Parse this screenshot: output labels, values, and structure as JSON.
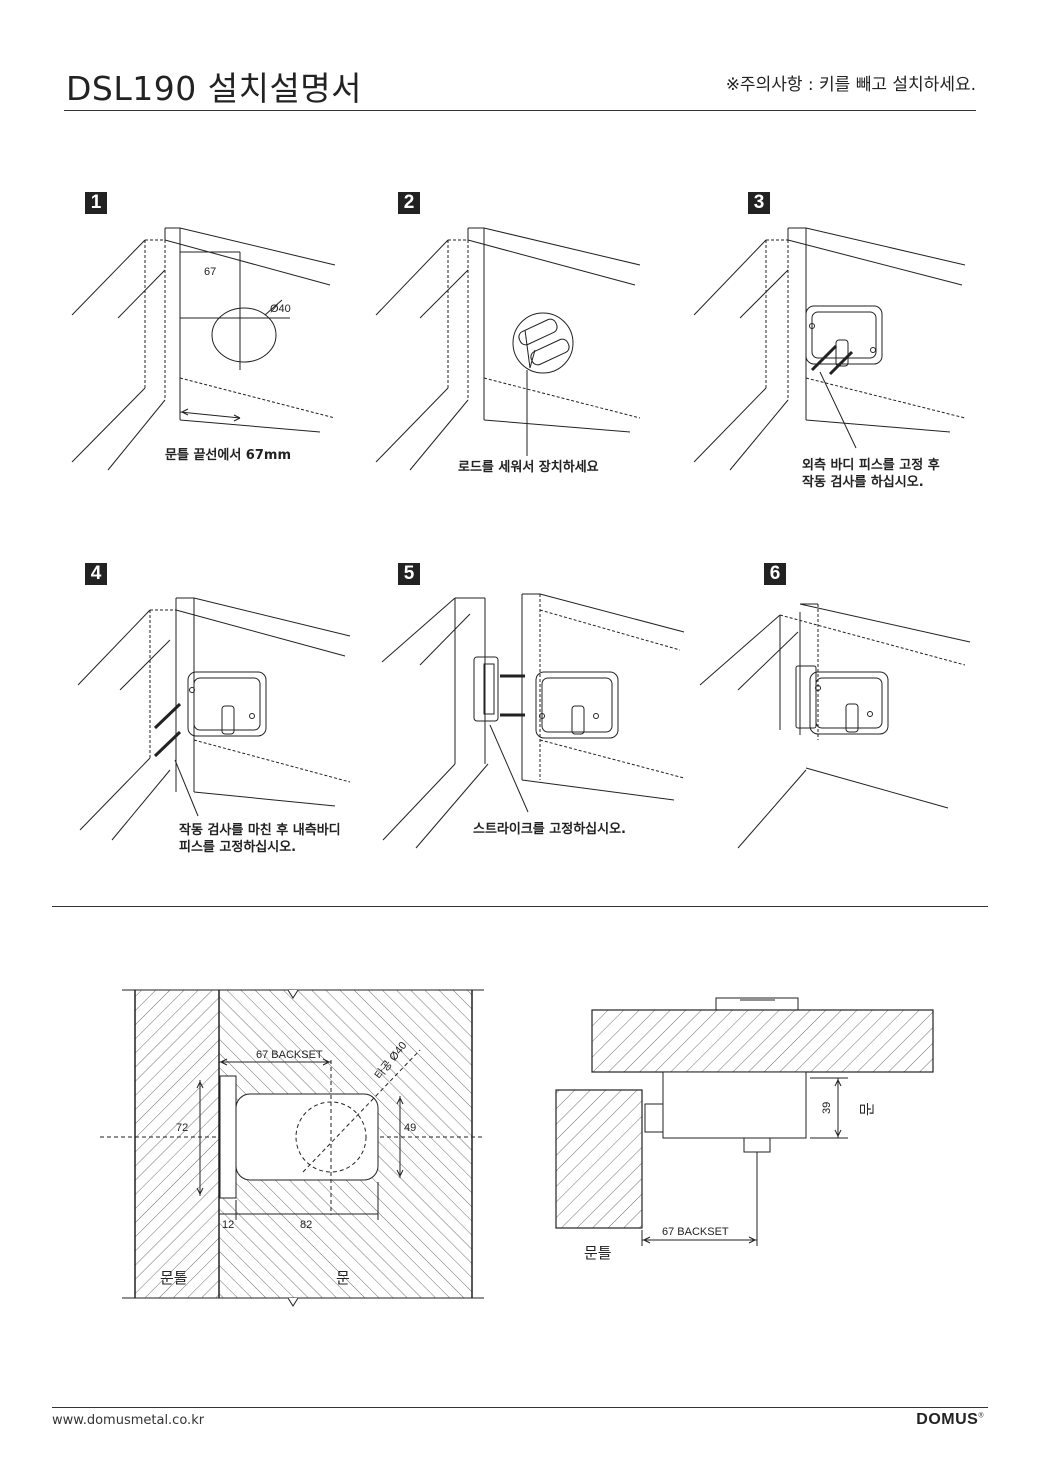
{
  "header": {
    "title": "DSL190 설치설명서",
    "notice": "※주의사항 : 키를 빼고 설치하세요."
  },
  "steps": [
    {
      "num": "1",
      "caption": [
        "문틀 끝선에서 67mm"
      ],
      "labels": {
        "backset": "67",
        "hole": "Ø40"
      }
    },
    {
      "num": "2",
      "caption": [
        "로드를 세워서 장치하세요"
      ]
    },
    {
      "num": "3",
      "caption": [
        "외측 바디 피스를 고정 후",
        "작동 검사를 하십시오."
      ]
    },
    {
      "num": "4",
      "caption": [
        "작동 검사를 마친 후 내측바디",
        "피스를 고정하십시오."
      ]
    },
    {
      "num": "5",
      "caption": [
        "스트라이크를 고정하십시오."
      ]
    },
    {
      "num": "6",
      "caption": []
    }
  ],
  "front_drawing": {
    "backset_label": "67 BACKSET",
    "hole_label": "타공 Ø40",
    "height_label": "72",
    "body_height_label": "49",
    "strike_label": "12",
    "body_width_label": "82",
    "frame_label": "문틀",
    "door_label": "문"
  },
  "top_drawing": {
    "thickness_label": "39",
    "door_label": "문",
    "backset_label": "67 BACKSET",
    "frame_label": "문틀"
  },
  "footer": {
    "url": "www.domusmetal.co.kr",
    "logo": "DOMUS",
    "logo_mark": "®"
  }
}
